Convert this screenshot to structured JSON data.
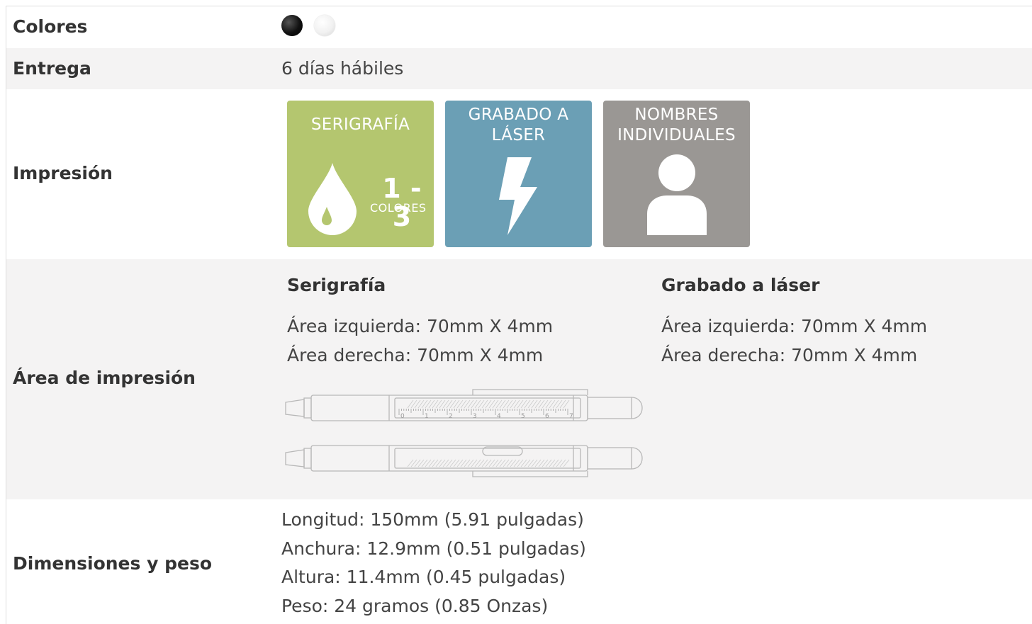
{
  "rows": {
    "colores": {
      "label": "Colores",
      "swatches": [
        {
          "name": "black",
          "color": "#000000"
        },
        {
          "name": "white",
          "color": "#ffffff"
        }
      ]
    },
    "entrega": {
      "label": "Entrega",
      "value": "6 días hábiles"
    },
    "impresion": {
      "label": "Impresión",
      "methods": [
        {
          "title_line1": "SERIGRAFÍA",
          "range": "1 - 3",
          "range_label": "COLORES",
          "color": "#b4c66f",
          "icon": "ink-drop-icon"
        },
        {
          "title_line1": "GRABADO A",
          "title_line2": "LÁSER",
          "color": "#6b9fb5",
          "icon": "lightning-bolt-icon"
        },
        {
          "title_line1": "NOMBRES",
          "title_line2": "INDIVIDUALES",
          "color": "#9a9794",
          "icon": "person-icon"
        }
      ]
    },
    "area": {
      "label": "Área de impresión",
      "columns": [
        {
          "title": "Serigrafía",
          "lines": [
            "Área izquierda: 70mm X 4mm",
            "Área derecha: 70mm X 4mm"
          ]
        },
        {
          "title": "Grabado a láser",
          "lines": [
            "Área izquierda: 70mm X 4mm",
            "Área derecha: 70mm X 4mm"
          ]
        }
      ],
      "ruler_ticks": [
        "0",
        "1",
        "2",
        "3",
        "4",
        "5",
        "6",
        "7"
      ]
    },
    "dimensiones": {
      "label": "Dimensiones y peso",
      "lines": [
        "Longitud: 150mm (5.91 pulgadas)",
        "Anchura: 12.9mm (0.51 pulgadas)",
        "Altura: 11.4mm (0.45 pulgadas)",
        "Peso: 24 gramos (0.85 Onzas)"
      ]
    }
  }
}
